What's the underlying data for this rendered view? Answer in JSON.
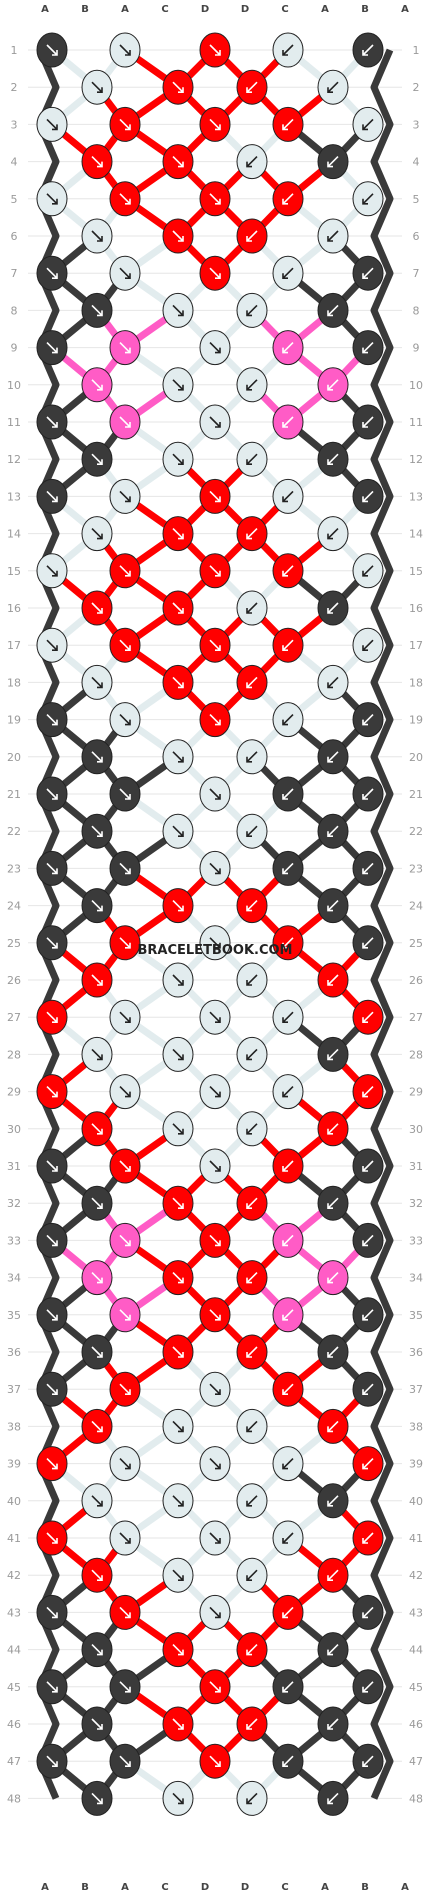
{
  "watermark": "BRACELETBOOK.COM",
  "strings": [
    "A",
    "B",
    "A",
    "C",
    "D",
    "D",
    "C",
    "A",
    "B",
    "A"
  ],
  "colors": {
    "A": "#3a3a3a",
    "B": "#ff5cc6",
    "C": "#e2ecee",
    "D": "#ff0000"
  },
  "row_labels": [
    "1",
    "2",
    "3",
    "4",
    "5",
    "6",
    "7",
    "8",
    "9",
    "10",
    "11",
    "12",
    "13",
    "14",
    "15",
    "16",
    "17",
    "18",
    "19",
    "20",
    "21",
    "22",
    "23",
    "24",
    "25",
    "26",
    "27",
    "28",
    "29",
    "30",
    "31",
    "32",
    "33",
    "34",
    "35",
    "36",
    "37",
    "38",
    "39",
    "40",
    "41",
    "42",
    "43",
    "44",
    "45",
    "46",
    "47",
    "48"
  ],
  "knots": {
    "1": [
      "A",
      "C",
      "D",
      "C",
      "A"
    ],
    "2": [
      "C",
      "D",
      "D",
      "C"
    ],
    "3": [
      "C",
      "D",
      "D",
      "D",
      "C"
    ],
    "4": [
      "D",
      "D",
      "C",
      "A"
    ],
    "5": [
      "C",
      "D",
      "D",
      "D",
      "C"
    ],
    "6": [
      "C",
      "D",
      "D",
      "C"
    ],
    "7": [
      "A",
      "C",
      "D",
      "C",
      "A"
    ],
    "8": [
      "A",
      "C",
      "C",
      "A"
    ],
    "9": [
      "A",
      "B",
      "C",
      "B",
      "A"
    ],
    "10": [
      "B",
      "C",
      "C",
      "B"
    ],
    "11": [
      "A",
      "B",
      "C",
      "B",
      "A"
    ],
    "12": [
      "A",
      "C",
      "C",
      "A"
    ],
    "13": [
      "A",
      "C",
      "D",
      "C",
      "A"
    ],
    "14": [
      "C",
      "D",
      "D",
      "C"
    ],
    "15": [
      "C",
      "D",
      "D",
      "D",
      "C"
    ],
    "16": [
      "D",
      "D",
      "C",
      "A"
    ],
    "17": [
      "C",
      "D",
      "D",
      "D",
      "C"
    ],
    "18": [
      "C",
      "D",
      "D",
      "C"
    ],
    "19": [
      "A",
      "C",
      "D",
      "C",
      "A"
    ],
    "20": [
      "A",
      "C",
      "C",
      "A"
    ],
    "21": [
      "A",
      "A",
      "C",
      "A",
      "A"
    ],
    "22": [
      "A",
      "C",
      "C",
      "A"
    ],
    "23": [
      "A",
      "A",
      "C",
      "A",
      "A"
    ],
    "24": [
      "A",
      "D",
      "D",
      "A"
    ],
    "25": [
      "A",
      "D",
      "C",
      "D",
      "A"
    ],
    "26": [
      "D",
      "C",
      "C",
      "D"
    ],
    "27": [
      "D",
      "C",
      "C",
      "C",
      "D"
    ],
    "28": [
      "C",
      "C",
      "C",
      "A"
    ],
    "29": [
      "D",
      "C",
      "C",
      "C",
      "D"
    ],
    "30": [
      "D",
      "C",
      "C",
      "D"
    ],
    "31": [
      "A",
      "D",
      "C",
      "D",
      "A"
    ],
    "32": [
      "A",
      "D",
      "D",
      "A"
    ],
    "33": [
      "A",
      "B",
      "D",
      "B",
      "A"
    ],
    "34": [
      "B",
      "D",
      "D",
      "B"
    ],
    "35": [
      "A",
      "B",
      "D",
      "B",
      "A"
    ],
    "36": [
      "A",
      "D",
      "D",
      "A"
    ],
    "37": [
      "A",
      "D",
      "C",
      "D",
      "A"
    ],
    "38": [
      "D",
      "C",
      "C",
      "D"
    ],
    "39": [
      "D",
      "C",
      "C",
      "C",
      "D"
    ],
    "40": [
      "C",
      "C",
      "C",
      "A"
    ],
    "41": [
      "D",
      "C",
      "C",
      "C",
      "D"
    ],
    "42": [
      "D",
      "C",
      "C",
      "D"
    ],
    "43": [
      "A",
      "D",
      "C",
      "D",
      "A"
    ],
    "44": [
      "A",
      "D",
      "D",
      "A"
    ],
    "45": [
      "A",
      "A",
      "D",
      "A",
      "A"
    ],
    "46": [
      "A",
      "D",
      "D",
      "A"
    ],
    "47": [
      "A",
      "A",
      "D",
      "A",
      "A"
    ],
    "48": [
      "A",
      "C",
      "C",
      "A"
    ]
  }
}
